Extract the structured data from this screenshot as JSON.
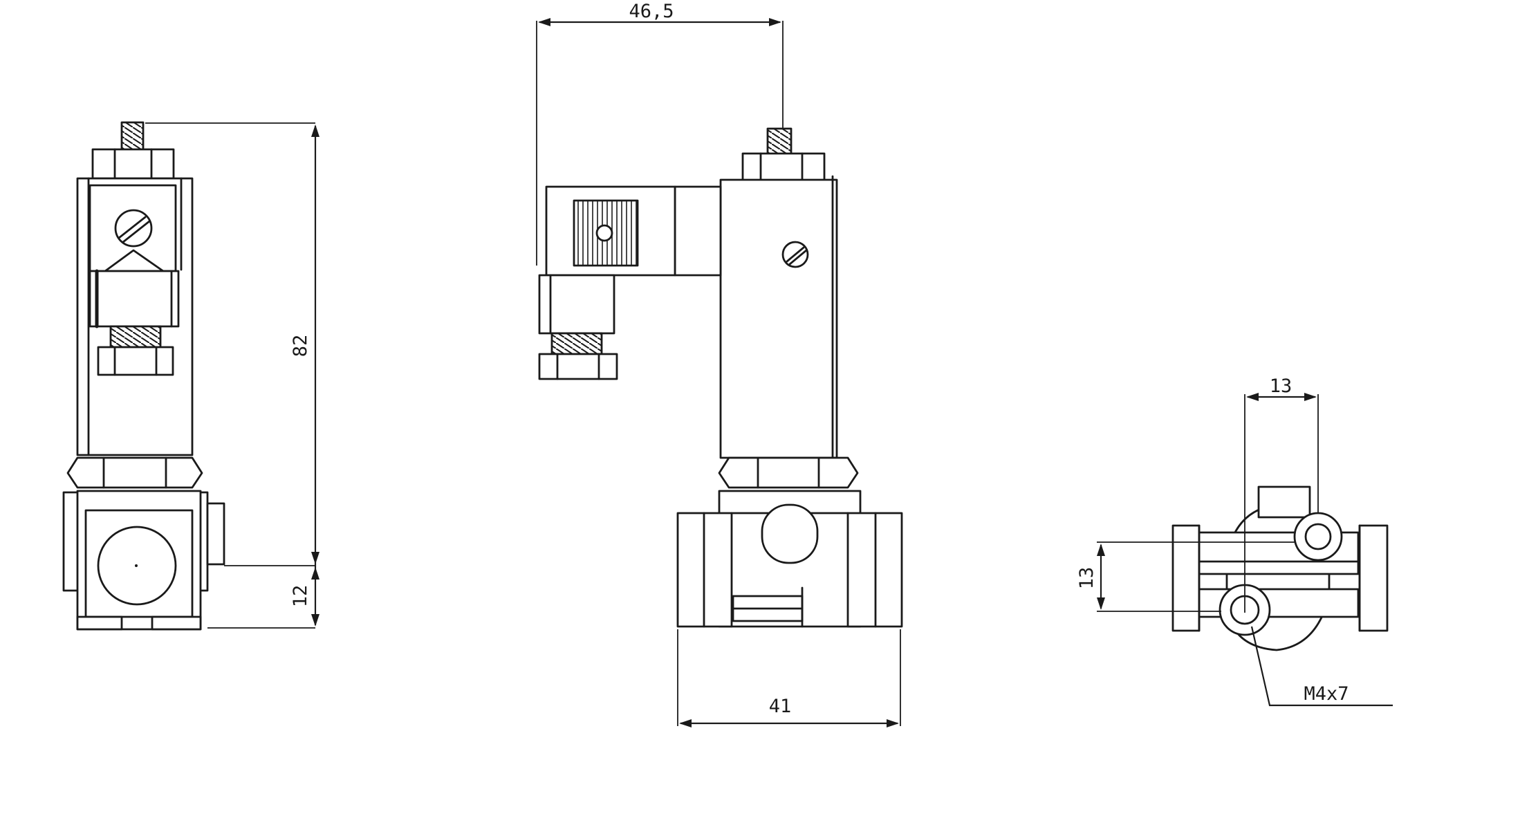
{
  "dimensions": {
    "height_total": "82",
    "height_base": "12",
    "connector_offset": "46,5",
    "body_width": "41",
    "port_spacing_horizontal": "13",
    "port_spacing_vertical": "13",
    "thread_spec": "M4x7"
  }
}
